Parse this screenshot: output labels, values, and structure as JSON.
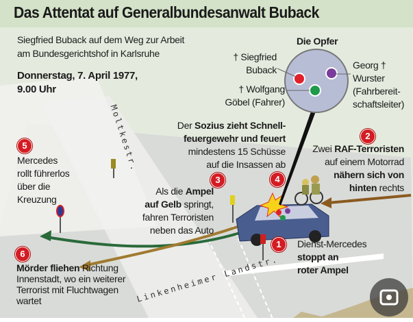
{
  "title": "Das Attentat auf Generalbundesanwalt Buback",
  "subtitle": [
    "Siegfried Buback auf dem Weg zur Arbeit",
    "am Bundesgerichtshof in Karlsruhe"
  ],
  "date": [
    "Donnerstag, 7. April 1977,",
    "9.00 Uhr"
  ],
  "victims": {
    "heading": "Die Opfer",
    "buback": [
      "† Siegfried",
      "Buback"
    ],
    "wurster": [
      "Georg  †",
      "Wurster",
      "(Fahrbereit-",
      "schaftsleiter)"
    ],
    "goebel": [
      "† Wolfgang",
      "Göbel (Fahrer)"
    ],
    "colors": {
      "buback": "#e0202a",
      "wurster": "#7a3c9a",
      "goebel": "#1e9a4a"
    }
  },
  "streets": {
    "moltke": "Moltkestr.",
    "linkenheimer": "Linkenheimer Landstr."
  },
  "steps": [
    {
      "n": "1",
      "lines": [
        "Dienst-Mercedes",
        "stoppt an",
        "roter Ampel"
      ]
    },
    {
      "n": "2",
      "lines": [
        "Zwei ",
        "RAF-Terroristen",
        "auf einem Motorrad",
        "nähern sich von",
        "hinten",
        " rechts"
      ]
    },
    {
      "n": "3",
      "lines": [
        "Als die ",
        "Ampel",
        "auf Gelb",
        " springt,",
        "fahren Terroristen",
        "neben das Auto"
      ]
    },
    {
      "n": "4",
      "lines": [
        "Der ",
        "Sozius zieht Schnell-",
        "feuergewehr und feuert",
        "mindestens 15 Schüsse",
        "auf die Insassen ab"
      ]
    },
    {
      "n": "5",
      "lines": [
        "Mercedes",
        "rollt führerlos",
        "über die",
        "Kreuzung"
      ]
    },
    {
      "n": "6",
      "lines": [
        "Mörder fliehen",
        " Richtung",
        "Innenstadt, wo ein weiterer",
        "Terrorist mit Fluchtwagen",
        "wartet"
      ]
    }
  ]
}
